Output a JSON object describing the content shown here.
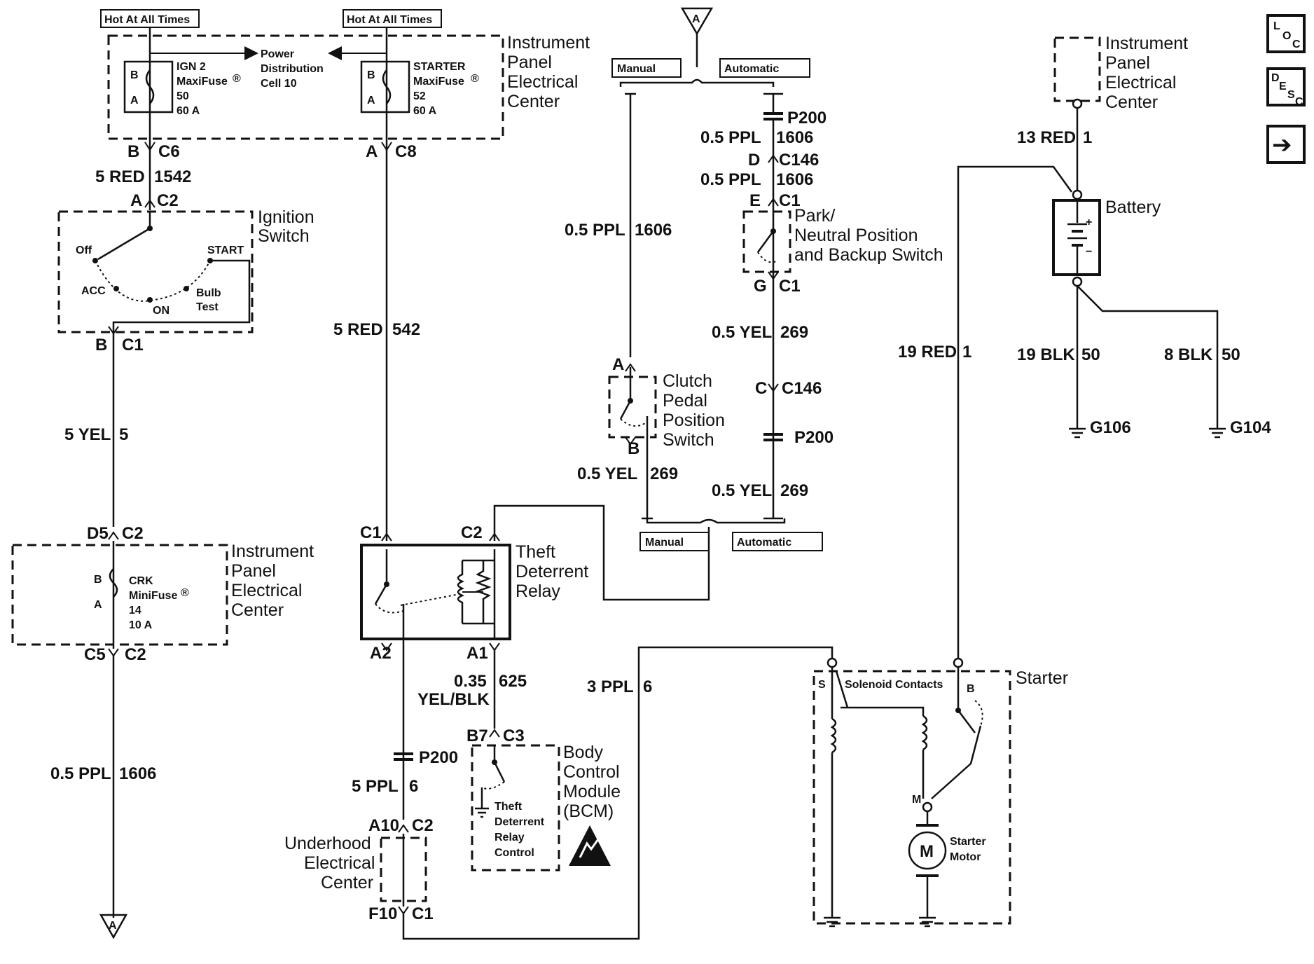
{
  "nav": {
    "loc_L": "L",
    "loc_O": "O",
    "loc_C": "C",
    "desc_D": "D",
    "desc_E": "E",
    "desc_S": "S",
    "desc_C": "C",
    "arrow_symbol": "➔"
  },
  "top": {
    "hot1": "Hot At All Times",
    "hot2": "Hot At All Times",
    "power_dist_1": "Power",
    "power_dist_2": "Distribution",
    "power_dist_3": "Cell 10",
    "ign2_1": "IGN 2",
    "ign2_2": "MaxiFuse",
    "ign2_3": "50",
    "ign2_4": "60 A",
    "fuse_reg": "®",
    "starter_1": "STARTER",
    "starter_2": "MaxiFuse",
    "starter_3": "52",
    "starter_4": "60 A",
    "pin_B": "B",
    "pin_A": "A",
    "ipec_1": "Instrument",
    "ipec_2": "Panel",
    "ipec_3": "Electrical",
    "ipec_4": "Center"
  },
  "ignition": {
    "b_c6": "B",
    "c6": "C6",
    "wire1": "5 RED",
    "wire1_num": "1542",
    "a_c2": "A",
    "c2": "C2",
    "title_1": "Ignition",
    "title_2": "Switch",
    "off": "Off",
    "start": "START",
    "acc": "ACC",
    "on": "ON",
    "bulb_1": "Bulb",
    "bulb_2": "Test",
    "b_c1": "B",
    "c1": "C1",
    "wire2": "5 YEL",
    "wire2_num": "5"
  },
  "crk": {
    "d5": "D5",
    "c2": "C2",
    "pin_B": "B",
    "pin_A": "A",
    "f1": "CRK",
    "f2": "MiniFuse",
    "f3": "14",
    "f4": "10 A",
    "reg": "®",
    "ipec_1": "Instrument",
    "ipec_2": "Panel",
    "ipec_3": "Electrical",
    "ipec_4": "Center",
    "c5": "C5",
    "c5_c2": "C2",
    "wire3": "0.5 PPL",
    "wire3_num": "1606",
    "arrow": "A"
  },
  "starter_path": {
    "a_c8": "A",
    "c8": "C8",
    "wire": "5 RED",
    "wire_num": "542"
  },
  "theft": {
    "c1": "C1",
    "c2": "C2",
    "title_1": "Theft",
    "title_2": "Deterrent",
    "title_3": "Relay",
    "a2": "A2",
    "a1": "A1",
    "w_a1_1": "0.35",
    "w_a1_num": "625",
    "w_a1_2": "YEL/BLK",
    "p200": "P200",
    "w_ppl": "5 PPL",
    "w_ppl_num": "6",
    "a10": "A10",
    "a10_c2": "C2",
    "uhec_1": "Underhood",
    "uhec_2": "Electrical",
    "uhec_3": "Center",
    "f10": "F10",
    "f10_c1": "C1"
  },
  "bcm": {
    "b7": "B7",
    "c3": "C3",
    "title_1": "Body",
    "title_2": "Control",
    "title_3": "Module",
    "title_4": "(BCM)",
    "in_1": "Theft",
    "in_2": "Deterrent",
    "in_3": "Relay",
    "in_4": "Control"
  },
  "clutch": {
    "arrow": "A",
    "manual": "Manual",
    "automatic": "Automatic",
    "w1": "0.5 PPL",
    "w1_num": "1606",
    "pin_a": "A",
    "title_1": "Clutch",
    "title_2": "Pedal",
    "title_3": "Position",
    "title_4": "Switch",
    "pin_b": "B",
    "w2": "0.5 YEL",
    "w2_num": "269",
    "manual2": "Manual",
    "automatic2": "Automatic"
  },
  "park": {
    "p200": "P200",
    "w1": "0.5 PPL",
    "w1_num": "1606",
    "d": "D",
    "c146": "C146",
    "w2": "0.5 PPL",
    "w2_num": "1606",
    "e": "E",
    "c1": "C1",
    "title_1": "Park/",
    "title_2": "Neutral Position",
    "title_3": "and Backup Switch",
    "g": "G",
    "g_c1": "C1",
    "w3": "0.5 YEL",
    "w3_num": "269",
    "c": "C",
    "c_c146": "C146",
    "p200b": "P200",
    "w4": "0.5 YEL",
    "w4_num": "269"
  },
  "battery": {
    "ipec_1": "Instrument",
    "ipec_2": "Panel",
    "ipec_3": "Electrical",
    "ipec_4": "Center",
    "w1": "13 RED",
    "w1_num": "1",
    "title": "Battery",
    "plus": "+",
    "minus": "−",
    "w2": "19 RED",
    "w2_num": "1",
    "w3": "19 BLK",
    "w3_num": "50",
    "w4": "8 BLK",
    "w4_num": "50",
    "g106": "G106",
    "g104": "G104"
  },
  "starter": {
    "w_ppl": "3 PPL",
    "w_ppl_num": "6",
    "title": "Starter",
    "s": "S",
    "solenoid": "Solenoid Contacts",
    "b": "B",
    "m_pin": "M",
    "m": "M",
    "motor_1": "Starter",
    "motor_2": "Motor"
  }
}
